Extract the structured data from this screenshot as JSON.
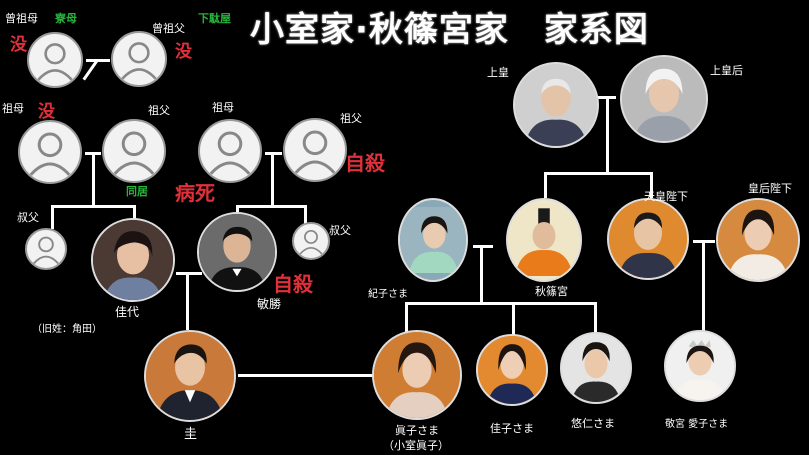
{
  "title": "小室家·秋篠宮家　家系図",
  "labels": {
    "sousobo": "曾祖母",
    "sousofu": "曾祖父",
    "sobo": "祖母",
    "sofu": "祖父",
    "sobo2": "祖母",
    "sofu2": "祖父",
    "oji1": "叔父",
    "oji2": "叔父",
    "kayo": "佳代",
    "kayo_kyusei": "（旧姓：角田）",
    "toshikatsu": "敏勝",
    "kei": "圭",
    "kiko": "紀子さま",
    "akishino": "秋篠宮",
    "joko": "上皇",
    "jokogo": "上皇后",
    "tenno": "天皇陛下",
    "kogo": "皇后陛下",
    "mako": "眞子さま",
    "mako_sub": "（小室眞子）",
    "kako": "佳子さま",
    "hisahito": "悠仁さま",
    "aiko": "敬宮 愛子さま"
  },
  "notes": {
    "bokou": "寮母",
    "shitageta": "下駄屋",
    "botsu1": "没",
    "botsu2": "没",
    "botsu3": "没",
    "dokyo": "同居",
    "jisatsu1": "自殺",
    "byoshi": "病死",
    "jisatsu2": "自殺"
  },
  "colors": {
    "background": "#000000",
    "red_note": "#e0303a",
    "green_note": "#27b53b",
    "connector": "#ffffff"
  }
}
